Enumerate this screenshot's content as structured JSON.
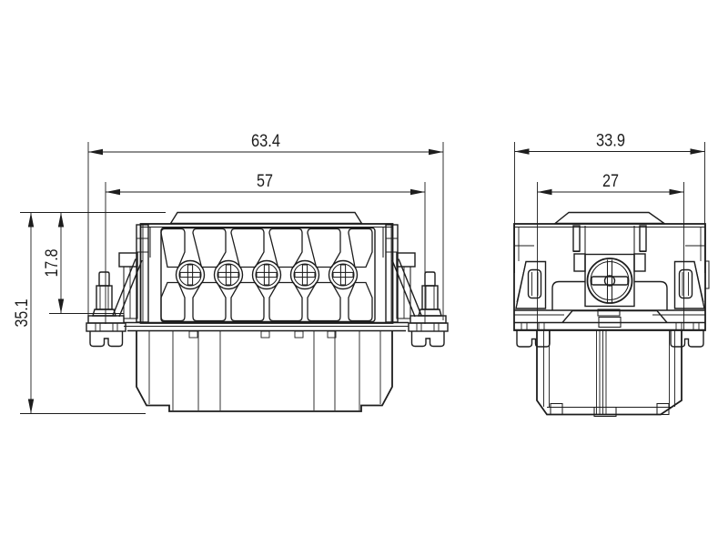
{
  "style": {
    "background": "#ffffff",
    "line_color": "#1d1d1d",
    "dimension_color": "#1d1d1d"
  },
  "drawing": {
    "type": "technical-dimension-drawing",
    "subject": "heavy-duty rectangular connector insert, front view (5 screw contacts) and side view"
  },
  "dims": {
    "front_overall_width": "63.4",
    "front_insert_width": "57",
    "front_flange_depth": "17.8",
    "front_overall_height": "35.1",
    "side_overall_width": "33.9",
    "side_insert_width": "27"
  }
}
